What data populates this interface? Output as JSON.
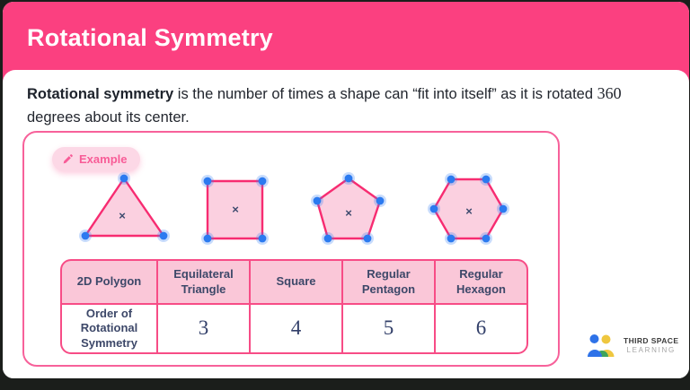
{
  "header": {
    "title": "Rotational Symmetry"
  },
  "intro": {
    "bold": "Rotational symmetry",
    "text_1": " is the number of times a shape can “fit into itself” as it is rotated ",
    "number": "360",
    "text_2": " degrees about its center."
  },
  "example_card": {
    "badge": {
      "label": "Example"
    },
    "center_mark": "×",
    "shapes": [
      "equilateral-triangle",
      "square",
      "regular-pentagon",
      "regular-hexagon"
    ]
  },
  "table": {
    "headers": [
      "2D Polygon",
      "Equilateral Triangle",
      "Square",
      "Regular Pentagon",
      "Regular Hexagon"
    ],
    "row_label": "Order of Rotational Symmetry",
    "values": [
      "3",
      "4",
      "5",
      "6"
    ]
  },
  "logo": {
    "name": "Third Space Learning",
    "line1": "THIRD SPACE",
    "line2": "LEARNING"
  },
  "colors": {
    "header_pink": "#fb4080",
    "card_border_pink": "#f7619a",
    "shape_stroke": "#f72c71",
    "shape_fill": "#fbd0e0",
    "vertex_blue": "#2b7af0",
    "navy_text": "#3d4869",
    "badge_bg": "#fcd8e6",
    "badge_text": "#f85c97",
    "table_border": "#f74c86",
    "table_header_bg": "#fac7d8",
    "page_background": "#1b1e1b"
  }
}
